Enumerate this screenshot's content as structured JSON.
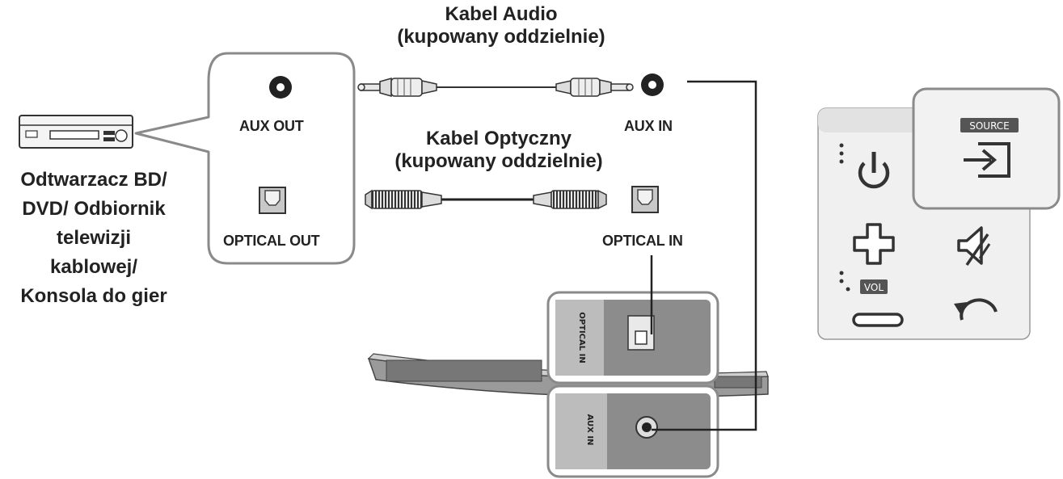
{
  "source_device": {
    "label_lines": [
      "Odtwarzacz BD/",
      "DVD/ Odbiornik",
      "telewizji",
      "kablowej/",
      "Konsola do gier"
    ]
  },
  "source_ports": {
    "aux_out": "AUX OUT",
    "optical_out": "OPTICAL OUT"
  },
  "cables": {
    "audio": {
      "line1": "Kabel Audio",
      "line2": "(kupowany oddzielnie)"
    },
    "optical": {
      "line1": "Kabel Optyczny",
      "line2": "(kupowany oddzielnie)"
    }
  },
  "sink_ports": {
    "aux_in": "AUX IN",
    "optical_in": "OPTICAL IN"
  },
  "soundbar_panels": {
    "optical_panel_label": "OPTICAL IN",
    "aux_panel_label": "AUX IN"
  },
  "remote_panel": {
    "source_label": "SOURCE",
    "vol_label": "VOL"
  },
  "icons": [
    "bd-player-icon",
    "aux-jack-icon",
    "optical-port-icon",
    "power-icon",
    "source-input-icon",
    "plus-icon",
    "minus-icon",
    "mute-icon",
    "repeat-icon"
  ]
}
